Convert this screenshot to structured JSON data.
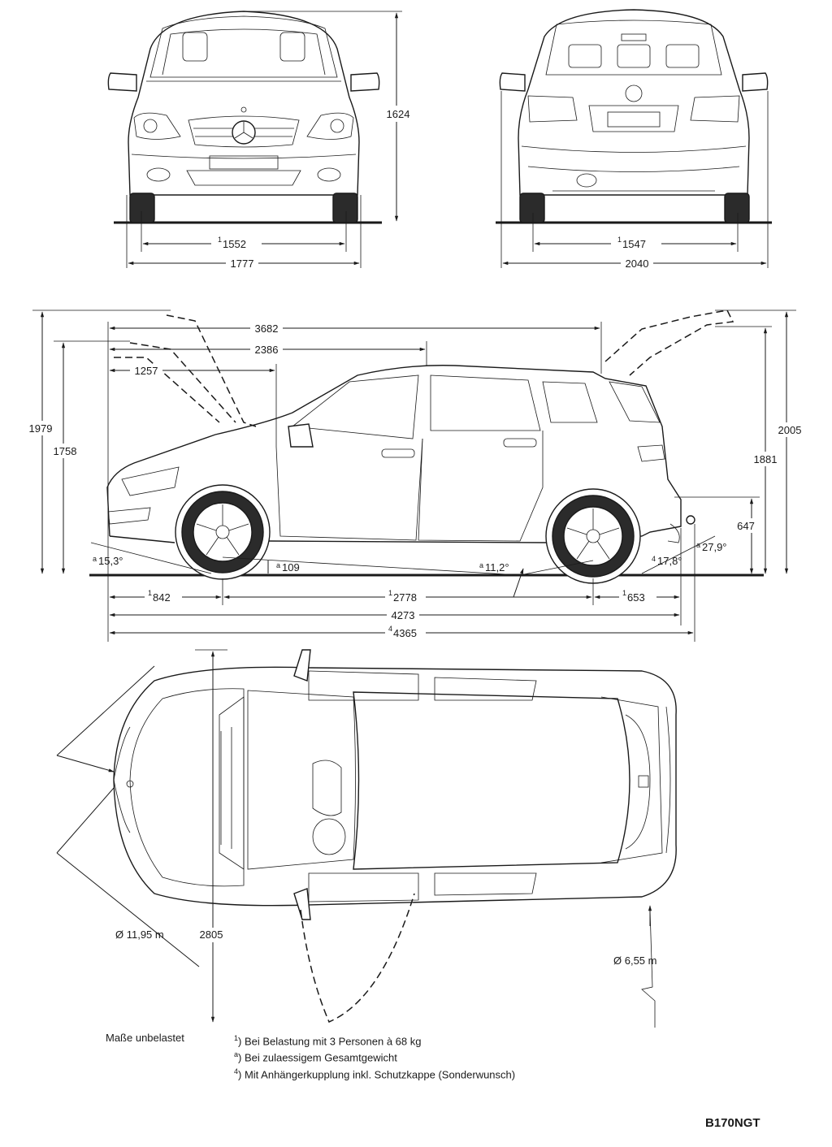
{
  "front_view": {
    "height": "1624",
    "track": "1552",
    "track_note": "1",
    "width": "1777"
  },
  "rear_view": {
    "track": "1547",
    "track_note": "1",
    "width_mirrors": "2040"
  },
  "side_view": {
    "dims": {
      "hood_open": "3682",
      "hatch_reach": "2386",
      "front_axle_ref": "1257",
      "height_hatch_open": "1979",
      "height_bonnet_open": "1758",
      "height_total": "2005",
      "height_hatch": "1881",
      "hitch_height": "647",
      "approach_angle": "15,3°",
      "approach_note": "a",
      "ground_clearance": "109",
      "clearance_note": "a",
      "breakover_angle": "11,2°",
      "breakover_note": "a",
      "departure_hitch": "27,9°",
      "departure_hitch_note": "a",
      "departure_angle": "17,8°",
      "departure_note": "4",
      "front_overhang": "842",
      "front_overhang_note": "1",
      "wheelbase": "2778",
      "wheelbase_note": "1",
      "rear_overhang": "653",
      "rear_overhang_note": "1",
      "length": "4273",
      "length_hitch": "4365",
      "length_hitch_note": "4"
    }
  },
  "top_view": {
    "turning_circle": "Ø 11,95 m",
    "wheelbase_marker": "2805",
    "inner_turning": "Ø 6,55 m"
  },
  "notes": {
    "heading": "Maße unbelastet",
    "items": [
      {
        "mark": "1",
        "text": ") Bei Belastung mit 3 Personen à 68 kg"
      },
      {
        "mark": "a",
        "text": ") Bei zulaessigem Gesamtgewicht"
      },
      {
        "mark": "4",
        "text": ") Mit Anhängerkupplung inkl. Schutzkappe (Sonderwunsch)"
      }
    ]
  },
  "model_code": "B170NGT"
}
